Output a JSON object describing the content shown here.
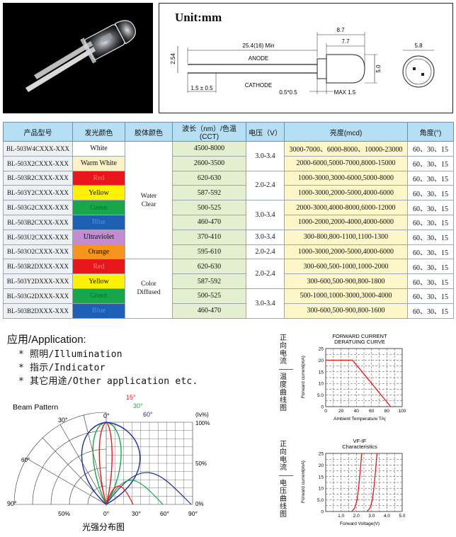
{
  "dimension_drawing": {
    "unit_title": "Unit:mm",
    "labels": {
      "lead_length": "25.4(16) Min",
      "body_length": "8.7",
      "dome_length": "7.7",
      "flange_dia": "5.8",
      "lead_spacing": "2.54",
      "anode": "ANODE",
      "cathode": "CATHODE",
      "lead_offset": "1.5 ± 0.5",
      "lead_width": "0.5*0.5",
      "body_dia": "5.0",
      "flange_max": "MAX 1.5"
    }
  },
  "spec_table": {
    "headers": [
      "产品型号",
      "发光颜色",
      "胶体颜色",
      "波长（nm）/色温(CCT)",
      "电压（V）",
      "亮度(mcd)",
      "角度(°)"
    ],
    "rows": [
      {
        "model": "BL-503W4CXXX-XXX",
        "color": "White",
        "color_bg": "#ffffff",
        "color_fg": "#111111",
        "wave": "4500-8000",
        "bright": "3000-7000、6000-8000、10000-23000",
        "angle": "60、30、15"
      },
      {
        "model": "BL-503X2CXXX-XXX",
        "color": "Warm White",
        "color_bg": "#fdf2c6",
        "color_fg": "#111111",
        "wave": "2600-3500",
        "bright": "2000-6000,5000-7000,8000-15000",
        "angle": "60、30、15"
      },
      {
        "model": "BL-503R2CXXX-XXX",
        "color": "Red",
        "color_bg": "#e8161a",
        "color_fg": "#f08080",
        "wave": "620-630",
        "bright": "1000-3000,3000-6000,5000-8000",
        "angle": "60、30、15"
      },
      {
        "model": "BL-503Y2CXXX-XXX",
        "color": "Yellow",
        "color_bg": "#fef200",
        "color_fg": "#111111",
        "wave": "587-592",
        "bright": "1000-3000,2000-5000,4000-6000",
        "angle": "60、30、15"
      },
      {
        "model": "BL-503G2CXXX-XXX",
        "color": "Green",
        "color_bg": "#1aa64a",
        "color_fg": "#0c6b2c",
        "wave": "500-525",
        "bright": "2000-3000,4000-8000,6000-12000",
        "angle": "60、30、15"
      },
      {
        "model": "BL-503B2CXXX-XXX",
        "color": "Blue",
        "color_bg": "#1c5fb5",
        "color_fg": "#5d8fd6",
        "wave": "460-470",
        "bright": "1000-2000,2000-4000,4000-6000",
        "angle": "60、30、15"
      },
      {
        "model": "BL-503U2CXXX-XXX",
        "color": "Ultraviolet",
        "color_bg": "#c38bd0",
        "color_fg": "#111111",
        "wave": "370-410",
        "bright": "300-800,800-1100,1100-1300",
        "angle": "60、30、15"
      },
      {
        "model": "BL-503O2CXXX-XXX",
        "color": "Orange",
        "color_bg": "#f7941d",
        "color_fg": "#111111",
        "wave": "595-610",
        "bright": "1000-3000,2000-5000,4000-6000",
        "angle": "60、30、15"
      },
      {
        "model": "BL-503R2DXXX-XXX",
        "color": "Red",
        "color_bg": "#e8161a",
        "color_fg": "#f08080",
        "wave": "620-630",
        "bright": "300-600,500-1000,1000-2000",
        "angle": "60、30、15"
      },
      {
        "model": "BL-503Y2DXXX-XXX",
        "color": "Yellow",
        "color_bg": "#fef200",
        "color_fg": "#111111",
        "wave": "587-592",
        "bright": "300-600,500-900,800-1800",
        "angle": "60、30、15"
      },
      {
        "model": "BL-503G2DXXX-XXX",
        "color": "Green",
        "color_bg": "#1aa64a",
        "color_fg": "#0c6b2c",
        "wave": "500-525",
        "bright": "500-1000,1000-3000,3000-4000",
        "angle": "60、30、15"
      },
      {
        "model": "BL-503B2DXXX-XXX",
        "color": "Blue",
        "color_bg": "#1c5fb5",
        "color_fg": "#5d8fd6",
        "wave": "460-470",
        "bright": "300-600,500-900,800-1600",
        "angle": "60、30、15"
      }
    ],
    "glue_groups": [
      {
        "label": "Water\nClear",
        "start": 0,
        "span": 8
      },
      {
        "label": "Color\nDiffused",
        "start": 8,
        "span": 4
      }
    ],
    "voltage_groups": [
      {
        "value": "3.0-3.4",
        "start": 0,
        "span": 2
      },
      {
        "value": "2.0-2.4",
        "start": 2,
        "span": 2
      },
      {
        "value": "3.0-3.4",
        "start": 4,
        "span": 2
      },
      {
        "value": "3.0-3.4",
        "start": 6,
        "span": 1
      },
      {
        "value": "2.0-2.4",
        "start": 7,
        "span": 1
      },
      {
        "value": "2.0-2.4",
        "start": 8,
        "span": 2
      },
      {
        "value": "3.0-3.4",
        "start": 10,
        "span": 2
      }
    ]
  },
  "application": {
    "title": "应用/Application:",
    "items": [
      "* 照明/Illumination",
      "* 指示/Indicator",
      "* 其它用途/Other application etc."
    ]
  },
  "beam_pattern": {
    "title": "Beam Pattern",
    "caption": "光强分布图",
    "unit_label": "(Iv%)",
    "angle_labels": [
      "0°",
      "30°",
      "60°",
      "90°"
    ],
    "percent_labels": [
      "100%",
      "50%",
      "0%"
    ],
    "bottom_labels": [
      "90°",
      "50%",
      "0°",
      "30°",
      "60°",
      "90°"
    ],
    "curve_labels": [
      {
        "label": "15°",
        "color": "#e8161a"
      },
      {
        "label": "30°",
        "color": "#1aa64a"
      },
      {
        "label": "60°",
        "color": "#1c2f9a"
      }
    ]
  },
  "derating_chart": {
    "side_label": "正向电流——温度曲线图",
    "title_line1": "FORWARD CURRENT",
    "title_line2": "DERATUING CURVE",
    "ylabel": "Forward current(mA)",
    "xlabel": "Ambient Temperature TA(",
    "x_ticks": [
      "0",
      "20",
      "40",
      "60",
      "80",
      "100"
    ],
    "y_ticks": [
      "0",
      "5.0",
      "10",
      "15",
      "20",
      "25"
    ]
  },
  "vf_chart": {
    "side_label": "正向电流——电压曲线图",
    "title_line1": "VF-IF",
    "title_line2": "Characteristics",
    "ylabel": "Forward current(mA)",
    "xlabel": "Forward Voltage(V)",
    "x_ticks": [
      "1.0",
      "2.0",
      "3.0",
      "4.0",
      "5.0"
    ],
    "y_ticks": [
      "0",
      "5.0",
      "10",
      "15",
      "20",
      "25"
    ]
  },
  "chart_data": [
    {
      "type": "line",
      "title": "FORWARD CURRENT DERATUING CURVE",
      "xlabel": "Ambient Temperature TA(",
      "ylabel": "Forward current(mA)",
      "xlim": [
        0,
        100
      ],
      "ylim": [
        0,
        25
      ],
      "grid": true,
      "series": [
        {
          "x": [
            0,
            35,
            85
          ],
          "y": [
            20,
            20,
            0
          ],
          "color": "#e8161a"
        }
      ]
    },
    {
      "type": "line",
      "title": "VF-IF Characteristics",
      "xlabel": "Forward Voltage(V)",
      "ylabel": "Forward current(mA)",
      "xlim": [
        0,
        5
      ],
      "ylim": [
        0,
        25
      ],
      "grid": true,
      "series": [
        {
          "x": [
            1.7,
            1.9,
            2.05,
            2.15,
            2.25,
            2.35
          ],
          "y": [
            0,
            1.5,
            5,
            10,
            17,
            25
          ],
          "color": "#e8161a"
        },
        {
          "x": [
            2.7,
            2.9,
            3.05,
            3.15,
            3.25,
            3.35
          ],
          "y": [
            0,
            1.5,
            5,
            10,
            17,
            25
          ],
          "color": "#e8161a"
        }
      ]
    }
  ]
}
